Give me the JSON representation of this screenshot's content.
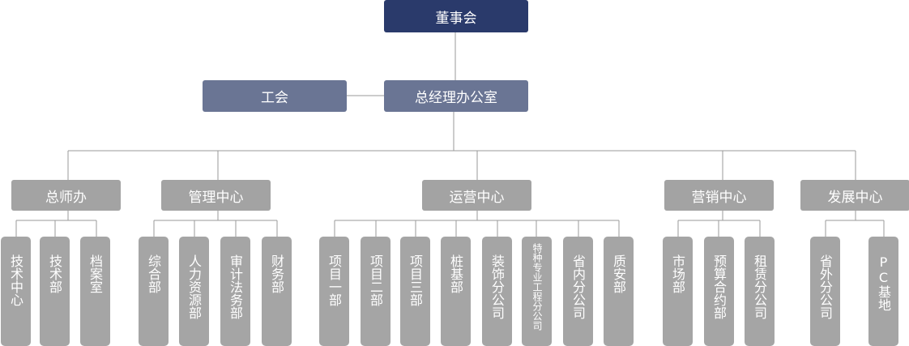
{
  "chart_data": {
    "type": "org-chart",
    "nodes": {
      "board": "董事会",
      "union": "工会",
      "gm_office": "总经理办公室",
      "centers": [
        {
          "id": "c1",
          "label": "总师办",
          "depts": [
            "技术中心",
            "技术部",
            "档案室"
          ]
        },
        {
          "id": "c2",
          "label": "管理中心",
          "depts": [
            "综合部",
            "人力资源部",
            "审计法务部",
            "财务部"
          ]
        },
        {
          "id": "c3",
          "label": "运营中心",
          "depts": [
            "项目一部",
            "项目二部",
            "项目三部",
            "桩基部",
            "装饰分公司",
            "特种专业工程分公司",
            "省内分公司",
            "质安部"
          ]
        },
        {
          "id": "c4",
          "label": "营销中心",
          "depts": [
            "市场部",
            "预算合约部",
            "租赁分公司"
          ]
        },
        {
          "id": "c5",
          "label": "发展中心",
          "depts": [
            "省外分公司",
            "PC基地"
          ]
        }
      ]
    }
  }
}
